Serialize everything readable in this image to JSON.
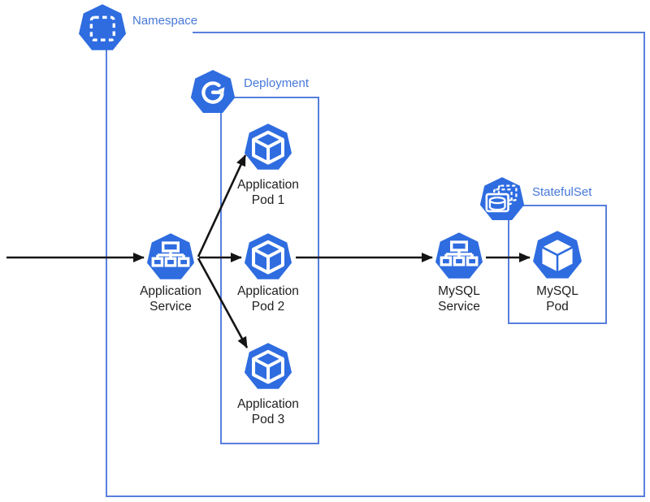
{
  "groups": {
    "namespace": {
      "label": "Namespace",
      "icon": "namespace-icon"
    },
    "deployment": {
      "label": "Deployment",
      "icon": "deployment-icon"
    },
    "statefulset": {
      "label": "StatefulSet",
      "icon": "statefulset-icon"
    }
  },
  "nodes": {
    "app_service": {
      "line1": "Application",
      "line2": "Service",
      "icon": "service-icon"
    },
    "app_pod_1": {
      "line1": "Application",
      "line2": "Pod 1",
      "icon": "pod-icon"
    },
    "app_pod_2": {
      "line1": "Application",
      "line2": "Pod 2",
      "icon": "pod-icon"
    },
    "app_pod_3": {
      "line1": "Application",
      "line2": "Pod 3",
      "icon": "pod-icon"
    },
    "mysql_service": {
      "line1": "MySQL",
      "line2": "Service",
      "icon": "service-icon"
    },
    "mysql_pod": {
      "line1": "MySQL",
      "line2": "Pod",
      "icon": "pod-filled-icon"
    }
  },
  "edges": [
    {
      "from": "external-left",
      "to": "application-service"
    },
    {
      "from": "application-service",
      "to": "application-pod-1"
    },
    {
      "from": "application-service",
      "to": "application-pod-2"
    },
    {
      "from": "application-service",
      "to": "application-pod-3"
    },
    {
      "from": "application-pod-2",
      "to": "mysql-service"
    },
    {
      "from": "mysql-service",
      "to": "mysql-pod"
    }
  ],
  "icons": {
    "namespace-icon": "blue heptagon with white dashed square",
    "deployment-icon": "blue heptagon with white circular arrow",
    "statefulset-icon": "blue heptagon with database cylinder and dashed stack",
    "service-icon": "blue heptagon with white node tree",
    "pod-icon": "blue heptagon with white outlined cube",
    "pod-filled-icon": "blue heptagon with white filled cube"
  },
  "colors": {
    "icon": "#2e6ce0",
    "box_border": "#587fdd",
    "group_label": "#4678d8",
    "node_label": "#1f1f1f",
    "arrow": "#141414",
    "background": "#ffffff"
  }
}
